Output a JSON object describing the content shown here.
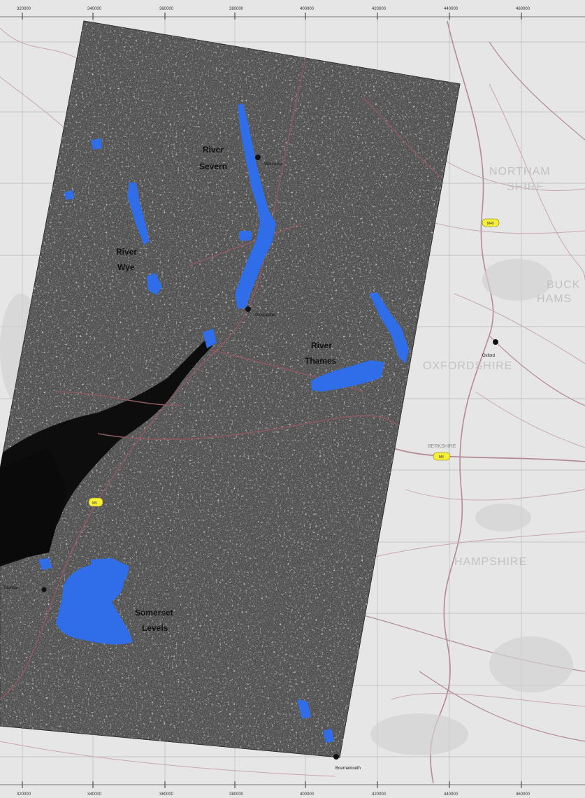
{
  "scale_bar": {
    "top": [
      "320000",
      "340000",
      "360000",
      "380000",
      "400000",
      "420000",
      "440000",
      "460000"
    ],
    "bottom": [
      "320000",
      "340000",
      "360000",
      "380000",
      "400000",
      "420000",
      "440000",
      "460000"
    ]
  },
  "labels": {
    "river_severn": [
      "River",
      "Severn"
    ],
    "river_wye": [
      "River",
      "Wye"
    ],
    "river_thames": [
      "River",
      "Thames"
    ],
    "somerset_levels": [
      "Somerset",
      "Levels"
    ]
  },
  "towns": {
    "worcester": "Worcester",
    "gloucester": "Gloucester",
    "oxford": "Oxford",
    "taunton": "Taunton",
    "bournemouth": "Bournemouth"
  },
  "counties": {
    "northamptonshire": [
      "NORTHAM",
      "SHIRE"
    ],
    "buckinghamshire": [
      "BUCK",
      "HAMS"
    ],
    "oxfordshire": "OXFORDSHIRE",
    "hampshire": "HAMPSHIRE",
    "berkshire": "BERKSHIRE"
  },
  "road_shields": [
    "M40",
    "M4",
    "M5"
  ],
  "colors": {
    "flood": "#2f6ee8",
    "sar_dark": "#3f3f3f",
    "water": "#0c0c0c",
    "road": "#8c5a62",
    "shield": "#f6ef3a"
  }
}
